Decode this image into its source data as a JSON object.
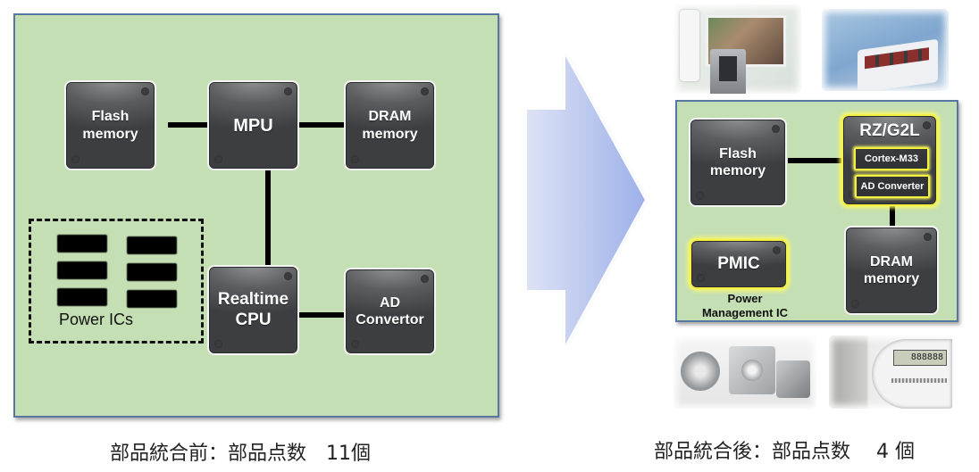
{
  "before": {
    "chips": {
      "flash": [
        "Flash",
        "memory"
      ],
      "mpu": [
        "MPU"
      ],
      "dram": [
        "DRAM",
        "memory"
      ],
      "realtime_cpu": [
        "Realtime",
        "CPU"
      ],
      "ad": [
        "AD",
        "Convertor"
      ]
    },
    "power_ics_label": "Power ICs",
    "power_ic_count": 6,
    "caption": "部品統合前：部品点数　11個"
  },
  "arrow": {
    "direction": "right",
    "gradient_start": "#dde3f5",
    "gradient_end": "#9db0e8"
  },
  "after": {
    "chips": {
      "flash": [
        "Flash",
        "memory"
      ],
      "rz": "RZ/G2L",
      "cortex": "Cortex-M33",
      "ad": "AD Converter",
      "dram": [
        "DRAM",
        "memory"
      ],
      "pmic": "PMIC"
    },
    "pmic_caption": [
      "Power",
      "Management IC"
    ],
    "photos": {
      "top_left": "video-intercom-photo",
      "top_right": "medical-touch-panel-photo",
      "bottom_left": "servo-motors-photo",
      "bottom_right": "smart-meter-photo"
    },
    "caption": "部品統合後：部品点数　 4 個"
  },
  "colors": {
    "panel_bg": "#c5dfb4",
    "panel_border": "#5877a0",
    "highlight": "#f4f040"
  }
}
